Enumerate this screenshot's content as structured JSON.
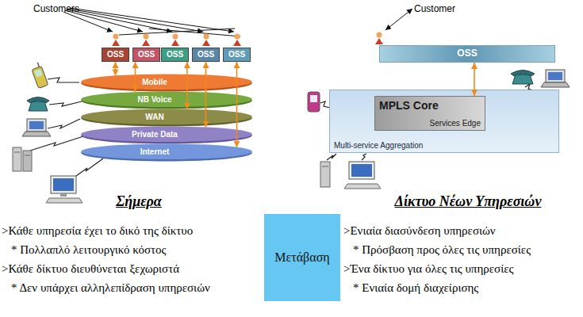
{
  "diagram": {
    "nodes": [
      {
        "text": [
          "OSS"
        ]
      },
      {
        "text": [
          "OSS"
        ]
      },
      {
        "text": [
          "OSS"
        ]
      },
      {
        "text": [
          "OSS"
        ]
      },
      {
        "text": [
          "OSS"
        ]
      },
      {
        "text": [
          "Mobile"
        ]
      },
      {
        "text": [
          "NB Voice"
        ]
      },
      {
        "text": [
          "WAN"
        ]
      },
      {
        "text": [
          "Private Data"
        ]
      },
      {
        "text": [
          "Internet"
        ]
      },
      {
        "text": [
          "OSS"
        ]
      },
      {
        "text": [
          "Multi-service Aggregation"
        ]
      },
      {
        "text": [
          "MPLS Core",
          "Services Edge"
        ],
        "in": 11
      },
      {
        "text": [
          "Μετάβαση"
        ]
      }
    ],
    "edges": [
      {
        "from": 0,
        "to": 5,
        "arrow": "both"
      },
      {
        "from": 1,
        "to": 6,
        "arrow": "both"
      },
      {
        "from": 2,
        "to": 7,
        "arrow": "both"
      },
      {
        "from": 3,
        "to": 8,
        "arrow": "both"
      },
      {
        "from": 4,
        "to": 9,
        "arrow": "both"
      },
      {
        "from": 10,
        "to": 12,
        "arrow": "both"
      }
    ],
    "labels": [
      "Customers",
      "Σήμερα",
      ">Κάθε υπηρεσία έχει το δικό της δίκτυο",
      "* Πολλαπλό λειτουργικό κόστος",
      ">Κάθε δίκτυο διευθύνεται ξεχωριστά",
      "* Δεν υπάρχει αλληλεπίδραση υπηρεσιών",
      "Customer",
      "Δίκτυο Νέων Υπηρεσιών",
      ">Ενιαία διασύνδεση υπηρεσιών",
      "* Πρόσβαση προς όλες τις υπηρεσίες",
      ">Ένα δίκτυο για όλες τις υπηρεσίες",
      "* Ενιαία δομή διαχείρισης"
    ]
  }
}
